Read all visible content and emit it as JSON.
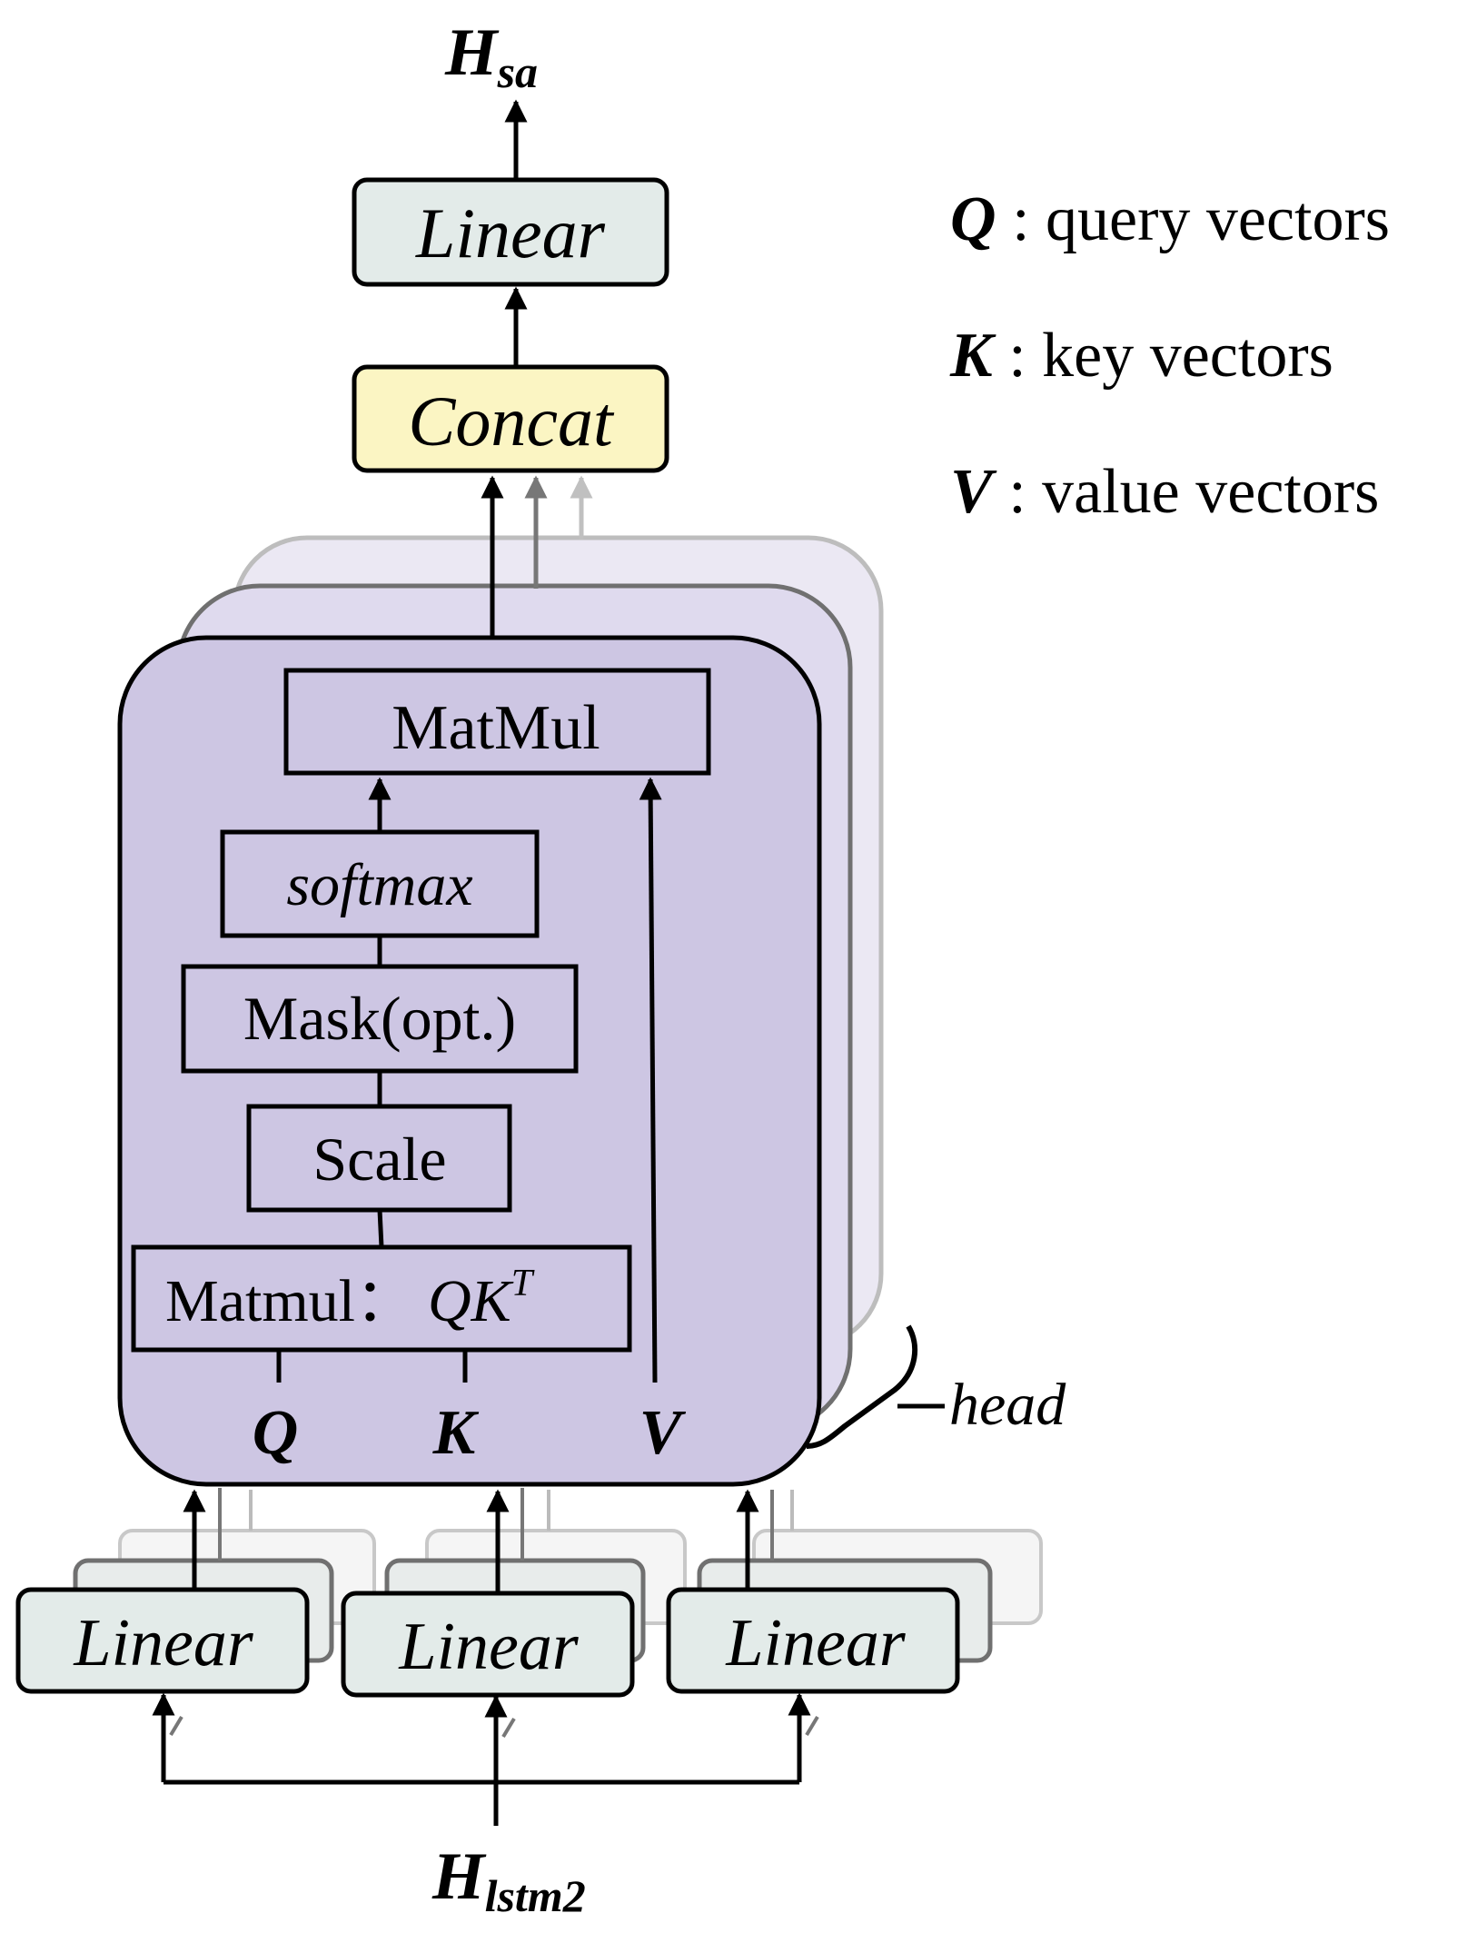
{
  "output_label": {
    "main": "H",
    "sub": "sa"
  },
  "input_label": {
    "main": "H",
    "sub": "lstm2"
  },
  "top_linear": {
    "label": "Linear"
  },
  "concat": {
    "label": "Concat"
  },
  "attention": {
    "matmul_top": "MatMul",
    "softmax": "softmax",
    "mask": "Mask(opt.)",
    "scale": "Scale",
    "matmul_qk": {
      "prefix": "Matmul",
      "separator": "：",
      "q": "Q",
      "k": "K",
      "sup": "T"
    },
    "inputs": {
      "q": "Q",
      "k": "K",
      "v": "V"
    }
  },
  "head_label": "head",
  "input_linears": [
    {
      "label": "Linear"
    },
    {
      "label": "Linear"
    },
    {
      "label": "Linear"
    }
  ],
  "legend": [
    {
      "symbol": "Q",
      "separator": " : ",
      "text": "query vectors"
    },
    {
      "symbol": "K",
      "separator": " : ",
      "text": "key vectors"
    },
    {
      "symbol": "V",
      "separator": " : ",
      "text": "value vectors"
    }
  ],
  "colors": {
    "head_fill": "#cdc6e3",
    "concat_fill": "#fbf5c3",
    "linear_fill": "#e3ebe9",
    "stroke": "#000000",
    "ghost_1": "#777777",
    "ghost_2": "#b8b8b8"
  }
}
